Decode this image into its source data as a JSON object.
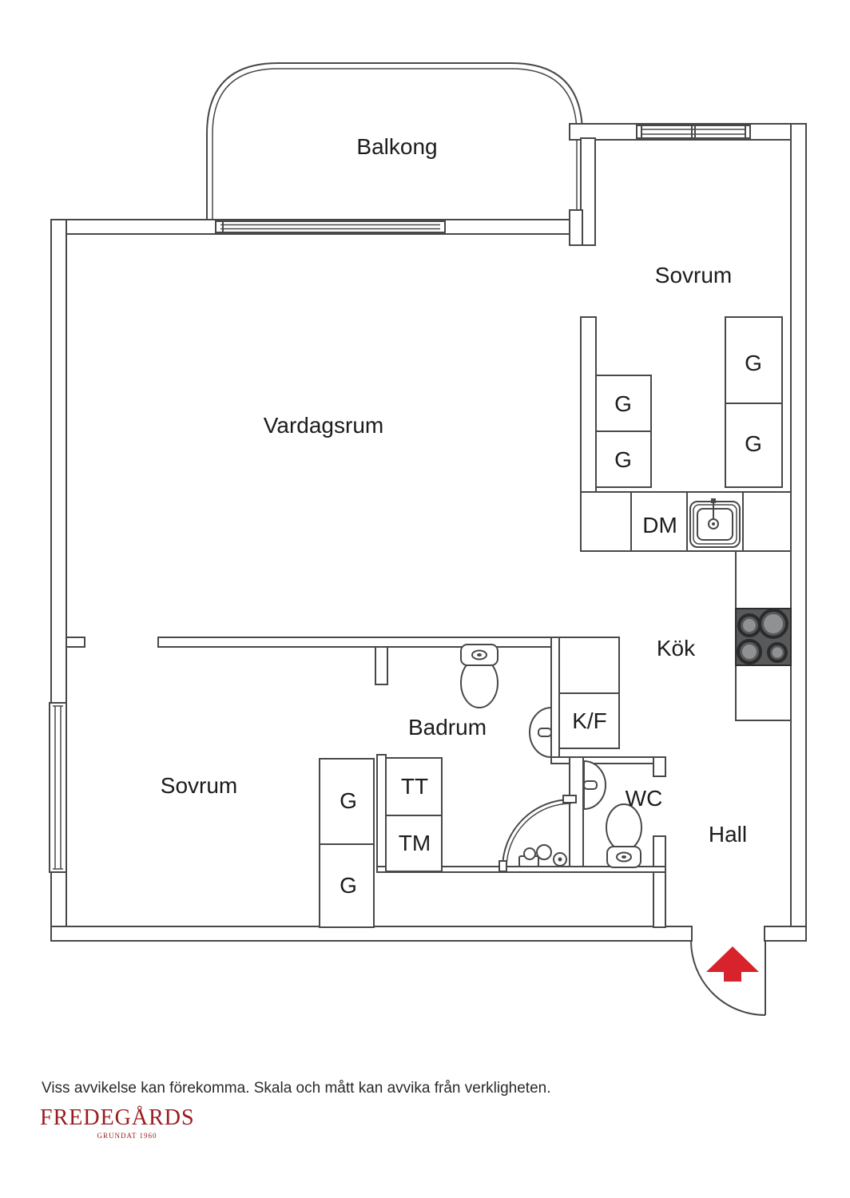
{
  "rooms": {
    "balkong": "Balkong",
    "sovrum_ne": "Sovrum",
    "vardagsrum": "Vardagsrum",
    "badrum": "Badrum",
    "kok": "Kök",
    "hall": "Hall",
    "sovrum_sw": "Sovrum"
  },
  "fixtures": {
    "g": "G",
    "dm": "DM",
    "kf": "K/F",
    "tt": "TT",
    "tm": "TM",
    "wc": "WC"
  },
  "footer": {
    "disclaimer": "Viss avvikelse kan förekomma. Skala och mått kan avvika från verkligheten.",
    "brand": "FREDEGÅRDS",
    "tagline": "GRUNDAT 1960"
  },
  "colors": {
    "wall_line": "#484848",
    "stove": "#58595b",
    "entrance_arrow": "#d7232b",
    "brand_red": "#9a1b1e"
  }
}
